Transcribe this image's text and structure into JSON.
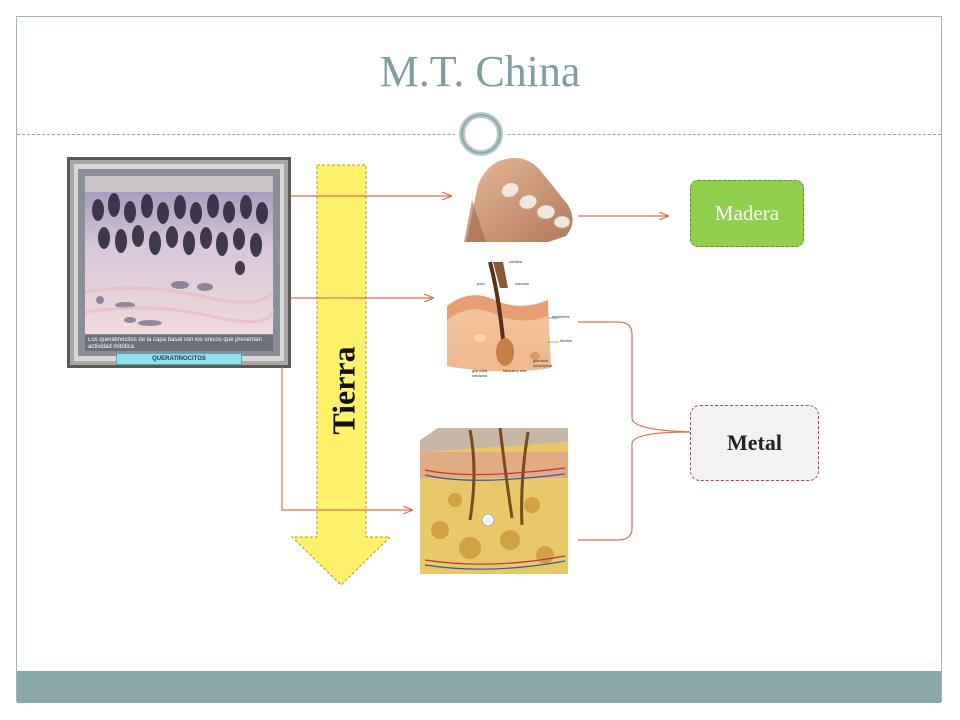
{
  "slide": {
    "title": "M.T. China"
  },
  "diagram": {
    "arrow_label": "Tierra",
    "box_madera": "Madera",
    "box_metal": "Metal",
    "colors": {
      "arrow_fill": "#fff26a",
      "connector": "#d9714a",
      "madera_fill": "#8fd14f",
      "metal_border": "#b34a4a",
      "footer": "#88a8aa",
      "title": "#7f9ea2"
    }
  },
  "micrograph": {
    "caption": "Los queratinocitos de la capa basal son los únicos que presentan actividad mitótica",
    "label": "QUERATINOCITOS"
  },
  "hair_diagram": {
    "labels": {
      "corteza": "corteza",
      "pelo": "pelo",
      "cuticula": "cutícula",
      "epidermis": "epidermis",
      "dermis": "dermis",
      "glandula_sebacea": "glándula sebácea",
      "foliculo": "folículo y raíz",
      "glandula_sudoripara": "glándula sudorípara"
    }
  },
  "icons": [
    "circle-ornament-icon",
    "down-arrow-icon"
  ]
}
